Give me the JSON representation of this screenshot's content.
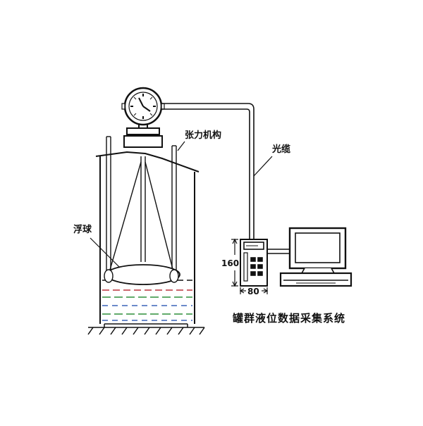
{
  "labels": {
    "tension_mechanism": "张力机构",
    "fiber_cable": "光缆",
    "float_ball": "浮球",
    "dim_height": "160",
    "dim_width": "80",
    "system_title": "罐群液位数据采集系统"
  },
  "colors": {
    "ink": "#111111",
    "liquid_dash_blue": "#3a63b8",
    "liquid_dash_green": "#2f8f3a",
    "liquid_dash_red": "#b8323a",
    "line_gray": "#444444"
  },
  "icons": {
    "gauge": "dial-gauge-icon",
    "terminal": "data-collector-icon",
    "computer": "monitor-icon"
  }
}
